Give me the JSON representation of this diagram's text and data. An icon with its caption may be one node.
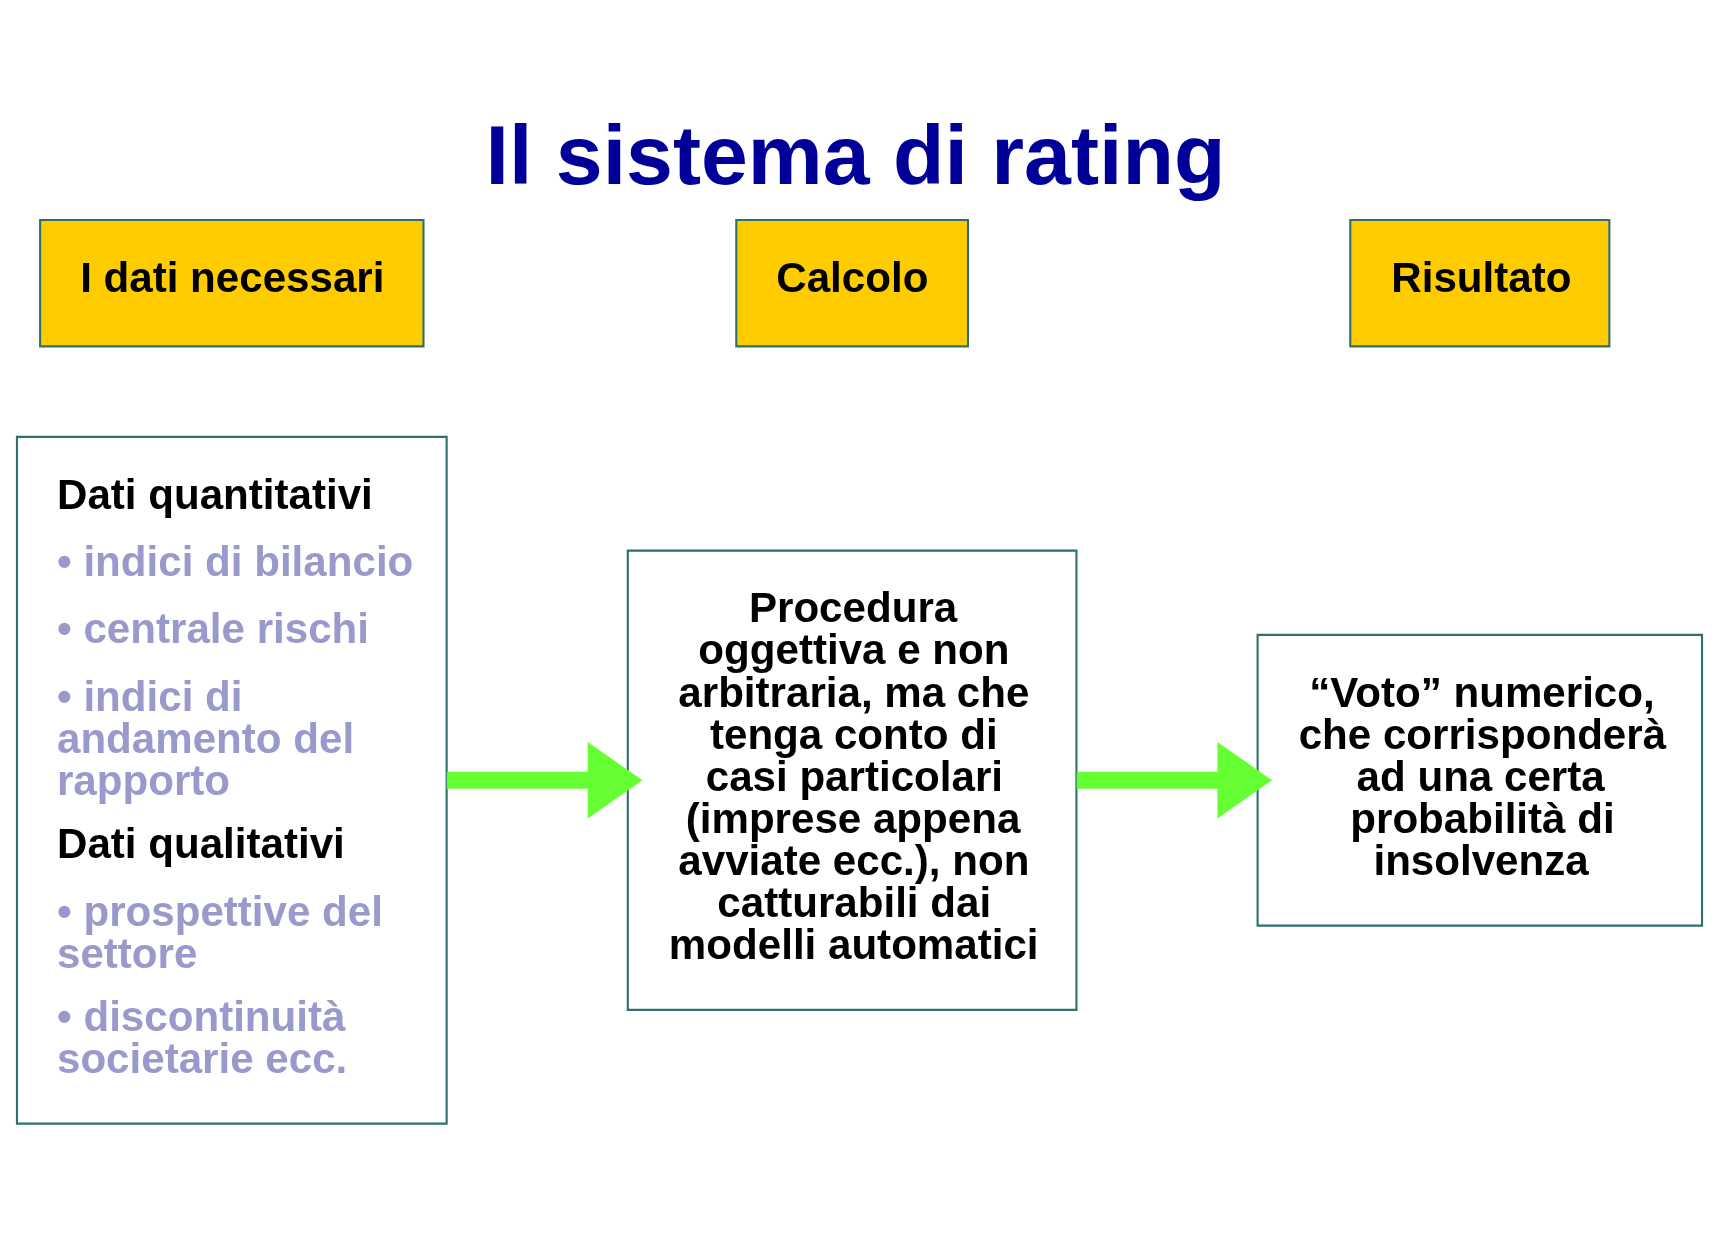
{
  "diagram": {
    "title": "Il sistema di rating",
    "nodes": [
      {
        "text": [
          "I dati necessari"
        ]
      },
      {
        "text": [
          "Calcolo"
        ]
      },
      {
        "text": [
          "Risultato"
        ]
      },
      {
        "text": [
          "Dati quantitativi",
          "• indici di bilancio",
          "• centrale rischi",
          "• indici di andamento del rapporto",
          "Dati qualitativi",
          "• prospettive del settore",
          "• discontinuità societarie ecc."
        ]
      },
      {
        "text": [
          "Procedura oggettiva e non arbitraria, ma che tenga conto di casi particolari (imprese appena avviate ecc.), non catturabili dai modelli automatici"
        ]
      },
      {
        "text": [
          "“Voto” numerico, che corrisponderà ad una certa probabilità di insolvenza"
        ]
      }
    ],
    "edges": [
      {
        "from": 3,
        "to": 4,
        "arrow": "to"
      },
      {
        "from": 4,
        "to": 5,
        "arrow": "to"
      }
    ]
  }
}
